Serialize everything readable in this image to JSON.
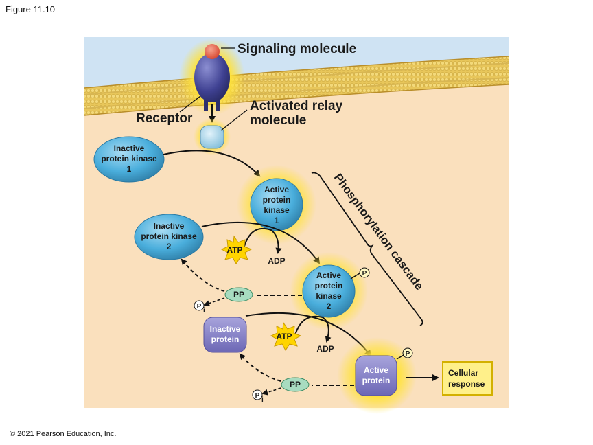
{
  "figure_label": "Figure 11.10",
  "copyright": "© 2021 Pearson Education, Inc.",
  "labels": {
    "signaling_molecule": "Signaling molecule",
    "receptor": "Receptor",
    "relay_line1": "Activated relay",
    "relay_line2": "molecule",
    "cascade": "Phosphorylation cascade",
    "cellular_line1": "Cellular",
    "cellular_line2": "response"
  },
  "kinases": {
    "inactive1": [
      "Inactive",
      "protein kinase",
      "1"
    ],
    "active1": [
      "Active",
      "protein",
      "kinase",
      "1"
    ],
    "inactive2": [
      "Inactive",
      "protein kinase",
      "2"
    ],
    "active2": [
      "Active",
      "protein",
      "kinase",
      "2"
    ],
    "inactive_protein": [
      "Inactive",
      "protein"
    ],
    "active_protein": [
      "Active",
      "protein"
    ]
  },
  "chemicals": {
    "atp": "ATP",
    "adp": "ADP",
    "pp": "PP",
    "p": "P",
    "pi_sub": "i"
  },
  "colors": {
    "cytoplasm": "#fae0bd",
    "extracellular": "#cfe3f3",
    "kinase_blue": "#55b4df",
    "protein_purple": "#8a85c9",
    "glow": "#ffe23a",
    "pp_green": "#a8dcc0",
    "response_yellow": "#fff08a"
  }
}
